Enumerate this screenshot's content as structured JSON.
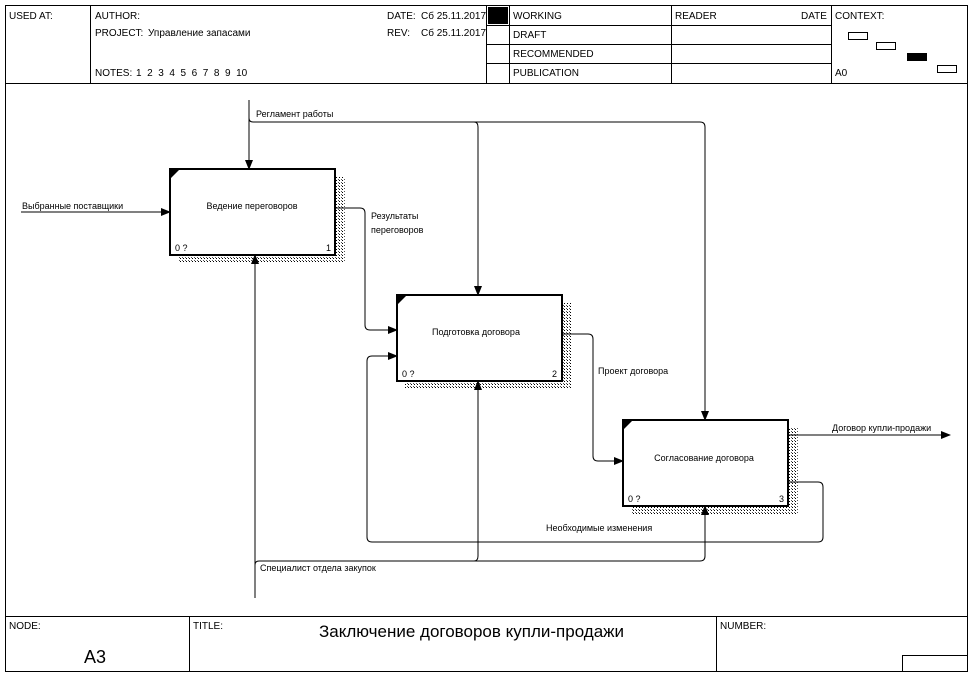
{
  "header": {
    "used_at_label": "USED AT:",
    "author_label": "AUTHOR:",
    "project_label": "PROJECT:",
    "project_value": "Управление запасами",
    "date_label": "DATE:",
    "date_value": "Сб 25.11.2017",
    "rev_label": "REV:",
    "rev_value": "Сб 25.11.2017",
    "notes_label": "NOTES:",
    "notes_value": "1  2  3  4  5  6  7  8  9  10",
    "status": [
      "WORKING",
      "DRAFT",
      "RECOMMENDED",
      "PUBLICATION"
    ],
    "reader_label": "READER",
    "reader_date_label": "DATE",
    "context_label": "CONTEXT:",
    "context_node": "A0"
  },
  "diagram": {
    "boxes": [
      {
        "name": "Ведение переговоров",
        "cost": "0 ?",
        "number": "1"
      },
      {
        "name": "Подготовка договора",
        "cost": "0 ?",
        "number": "2"
      },
      {
        "name": "Согласование договора",
        "cost": "0 ?",
        "number": "3"
      }
    ],
    "arrows": {
      "reglament": "Регламент работы",
      "suppliers": "Выбранные поставщики",
      "results_1": "Результаты",
      "results_2": "переговоров",
      "draft": "Проект договора",
      "contract": "Договор купли-продажи",
      "changes": "Необходимые изменения",
      "specialist": "Специалист отдела закупок"
    }
  },
  "footer": {
    "node_label": "NODE:",
    "node_value": "A3",
    "title_label": "TITLE:",
    "title_value": "Заключение договоров купли-продажи",
    "number_label": "NUMBER:"
  }
}
